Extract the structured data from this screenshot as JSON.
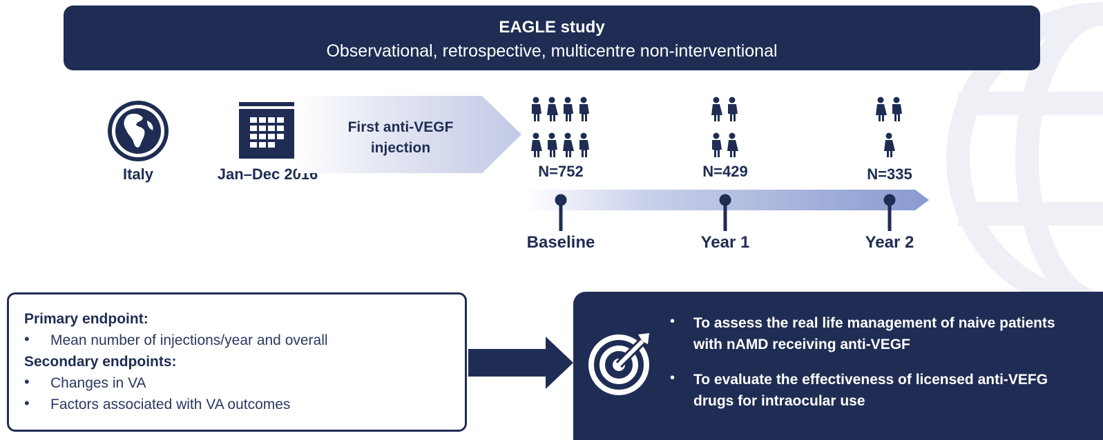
{
  "header": {
    "title": "EAGLE study",
    "subtitle": "Observational, retrospective, multicentre non-interventional"
  },
  "setting": {
    "country_icon": "globe-icon",
    "country": "Italy",
    "date_icon": "calendar-icon",
    "period": "Jan–Dec 2016",
    "event_line1": "First anti-VEGF",
    "event_line2": "injection"
  },
  "timepoints": [
    {
      "n": "N=752",
      "label": "Baseline",
      "people_icons": 8
    },
    {
      "n": "N=429",
      "label": "Year 1",
      "people_icons": 4
    },
    {
      "n": "N=335",
      "label": "Year 2",
      "people_icons": 3
    }
  ],
  "endpoints": {
    "primary_heading": "Primary endpoint:",
    "primary_items": [
      "Mean number of injections/year and overall"
    ],
    "secondary_heading": "Secondary endpoints:",
    "secondary_items": [
      "Changes in VA",
      "Factors associated with VA outcomes"
    ]
  },
  "objectives": {
    "icon": "target-icon",
    "items": [
      "To assess the real life management of naive patients with nAMD receiving anti-VEGF",
      "To evaluate the effectiveness of licensed anti-VEFG drugs for intraocular use"
    ]
  },
  "colors": {
    "navy": "#1f2d54",
    "arrow_light": "#c6cce6",
    "timeline_end": "#8a9ad0"
  }
}
